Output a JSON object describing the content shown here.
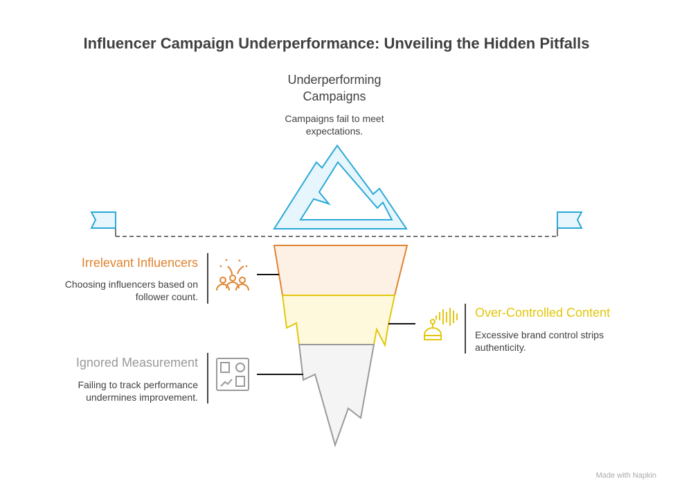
{
  "title": "Influencer Campaign Underperformance: Unveiling the Hidden Pitfalls",
  "top": {
    "heading": "Underperforming Campaigns",
    "description": "Campaigns fail to meet expectations."
  },
  "items": [
    {
      "heading": "Irrelevant Influencers",
      "description": "Choosing influencers based on follower count.",
      "color": "#e0832f",
      "icon": "people-celebration-icon"
    },
    {
      "heading": "Over-Controlled Content",
      "description": "Excessive brand control strips authenticity.",
      "color": "#e3c60c",
      "icon": "robot-sound-icon"
    },
    {
      "heading": "Ignored Measurement",
      "description": "Failing to track performance undermines improvement.",
      "color": "#999999",
      "icon": "dashboard-icon"
    }
  ],
  "footer": "Made with Napkin"
}
